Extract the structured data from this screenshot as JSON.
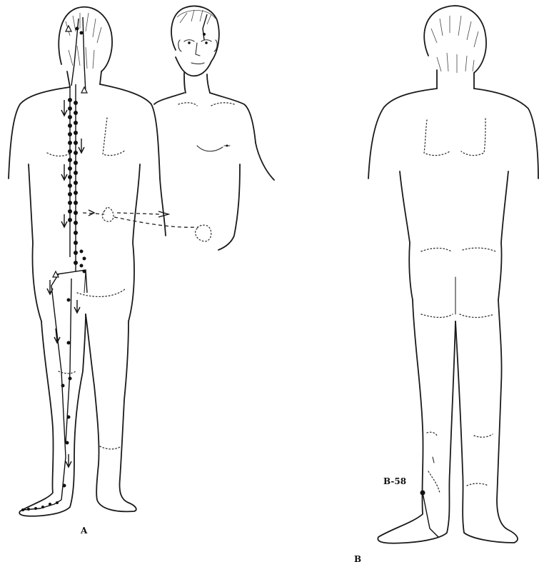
{
  "labels": {
    "panel_a": "A",
    "panel_b": "B",
    "point_b58": "B-58"
  },
  "colors": {
    "ink": "#111111",
    "background": "#ffffff"
  }
}
